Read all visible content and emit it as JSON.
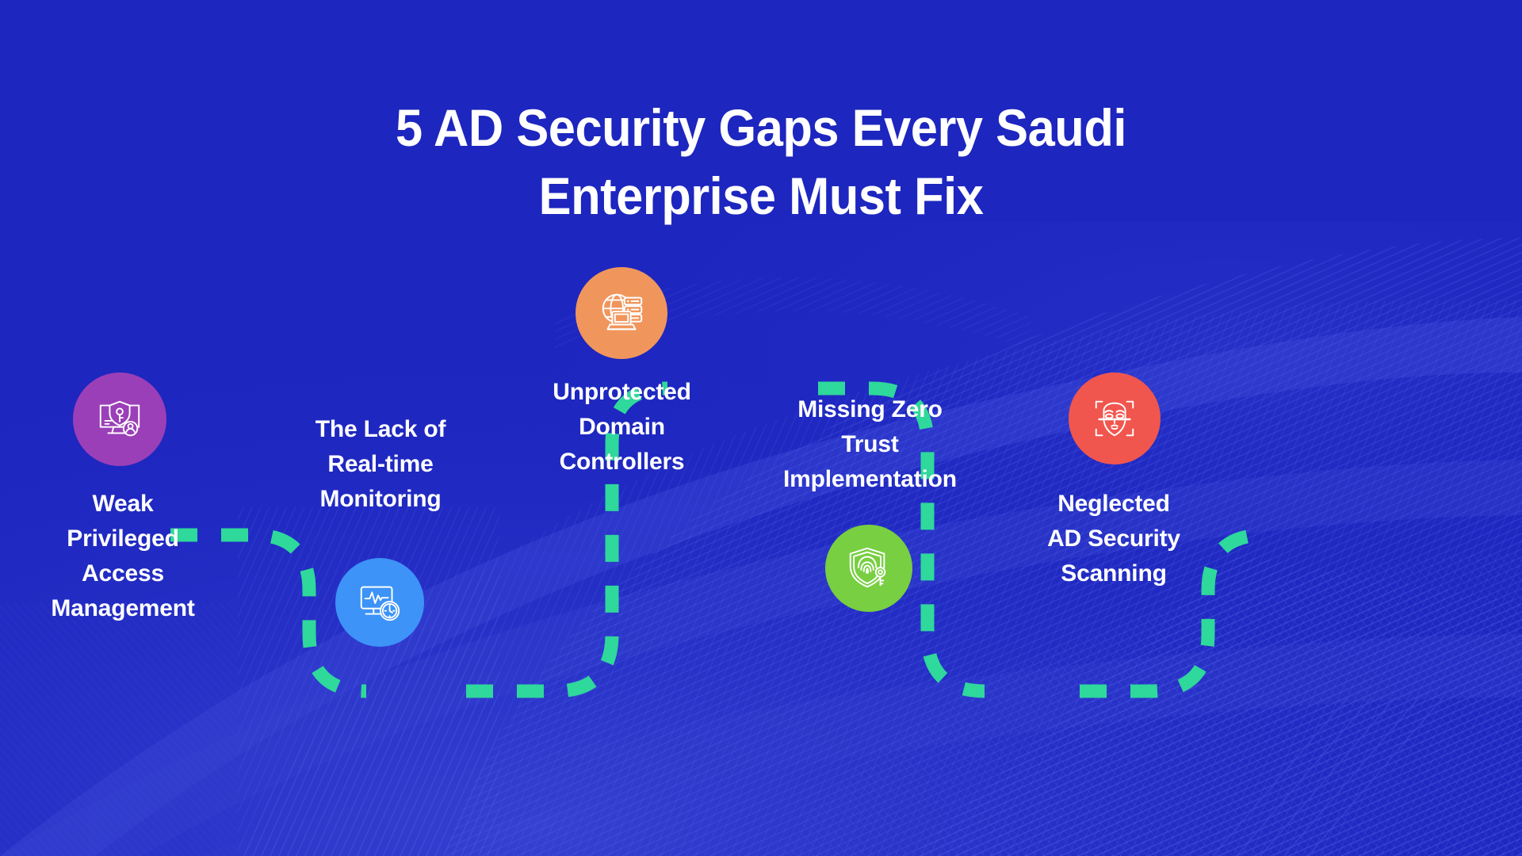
{
  "theme": {
    "background_color": "#1d26bf",
    "connector_color": "#2fd89b",
    "text_color": "#ffffff"
  },
  "title": {
    "line1": "5 AD Security Gaps Every Saudi",
    "line2": "Enterprise Must Fix",
    "full": "5 AD Security Gaps Every Saudi Enterprise Must Fix"
  },
  "nodes": [
    {
      "index": 1,
      "label": "Weak\nPrivileged\nAccess\nManagement",
      "circle_color": "#9b3fb8",
      "icon": "monitor-shield-key-user-icon"
    },
    {
      "index": 2,
      "label": "The Lack of\nReal-time\nMonitoring",
      "circle_color": "#3d93f7",
      "icon": "monitor-pulse-clock-icon"
    },
    {
      "index": 3,
      "label": "Unprotected\nDomain\nControllers",
      "circle_color": "#f0965c",
      "icon": "globe-server-laptop-icon"
    },
    {
      "index": 4,
      "label": "Missing Zero\nTrust\nImplementation",
      "circle_color": "#77cf41",
      "icon": "shield-fingerprint-key-icon"
    },
    {
      "index": 5,
      "label": "Neglected\nAD Security\nScanning",
      "circle_color": "#f0564e",
      "icon": "face-scan-icon"
    }
  ]
}
